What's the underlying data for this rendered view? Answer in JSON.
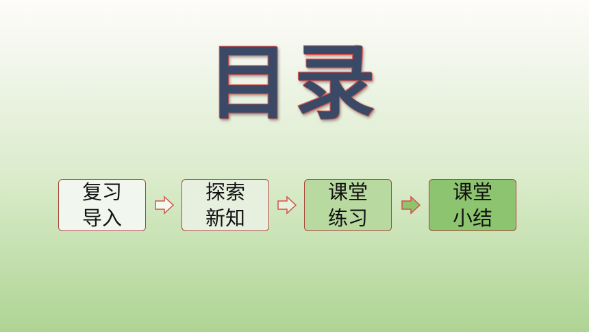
{
  "title": "目录",
  "steps": [
    {
      "line1": "复习",
      "line2": "导入"
    },
    {
      "line1": "探索",
      "line2": "新知"
    },
    {
      "line1": "课堂",
      "line2": "练习"
    },
    {
      "line1": "课堂",
      "line2": "小结"
    }
  ],
  "colors": {
    "title": "#3a4a66",
    "title_glow": "#e0564f",
    "box_border": "#a8443a",
    "arrow_stroke": "#d3504a"
  },
  "icons": [
    "arrow-right-icon"
  ]
}
